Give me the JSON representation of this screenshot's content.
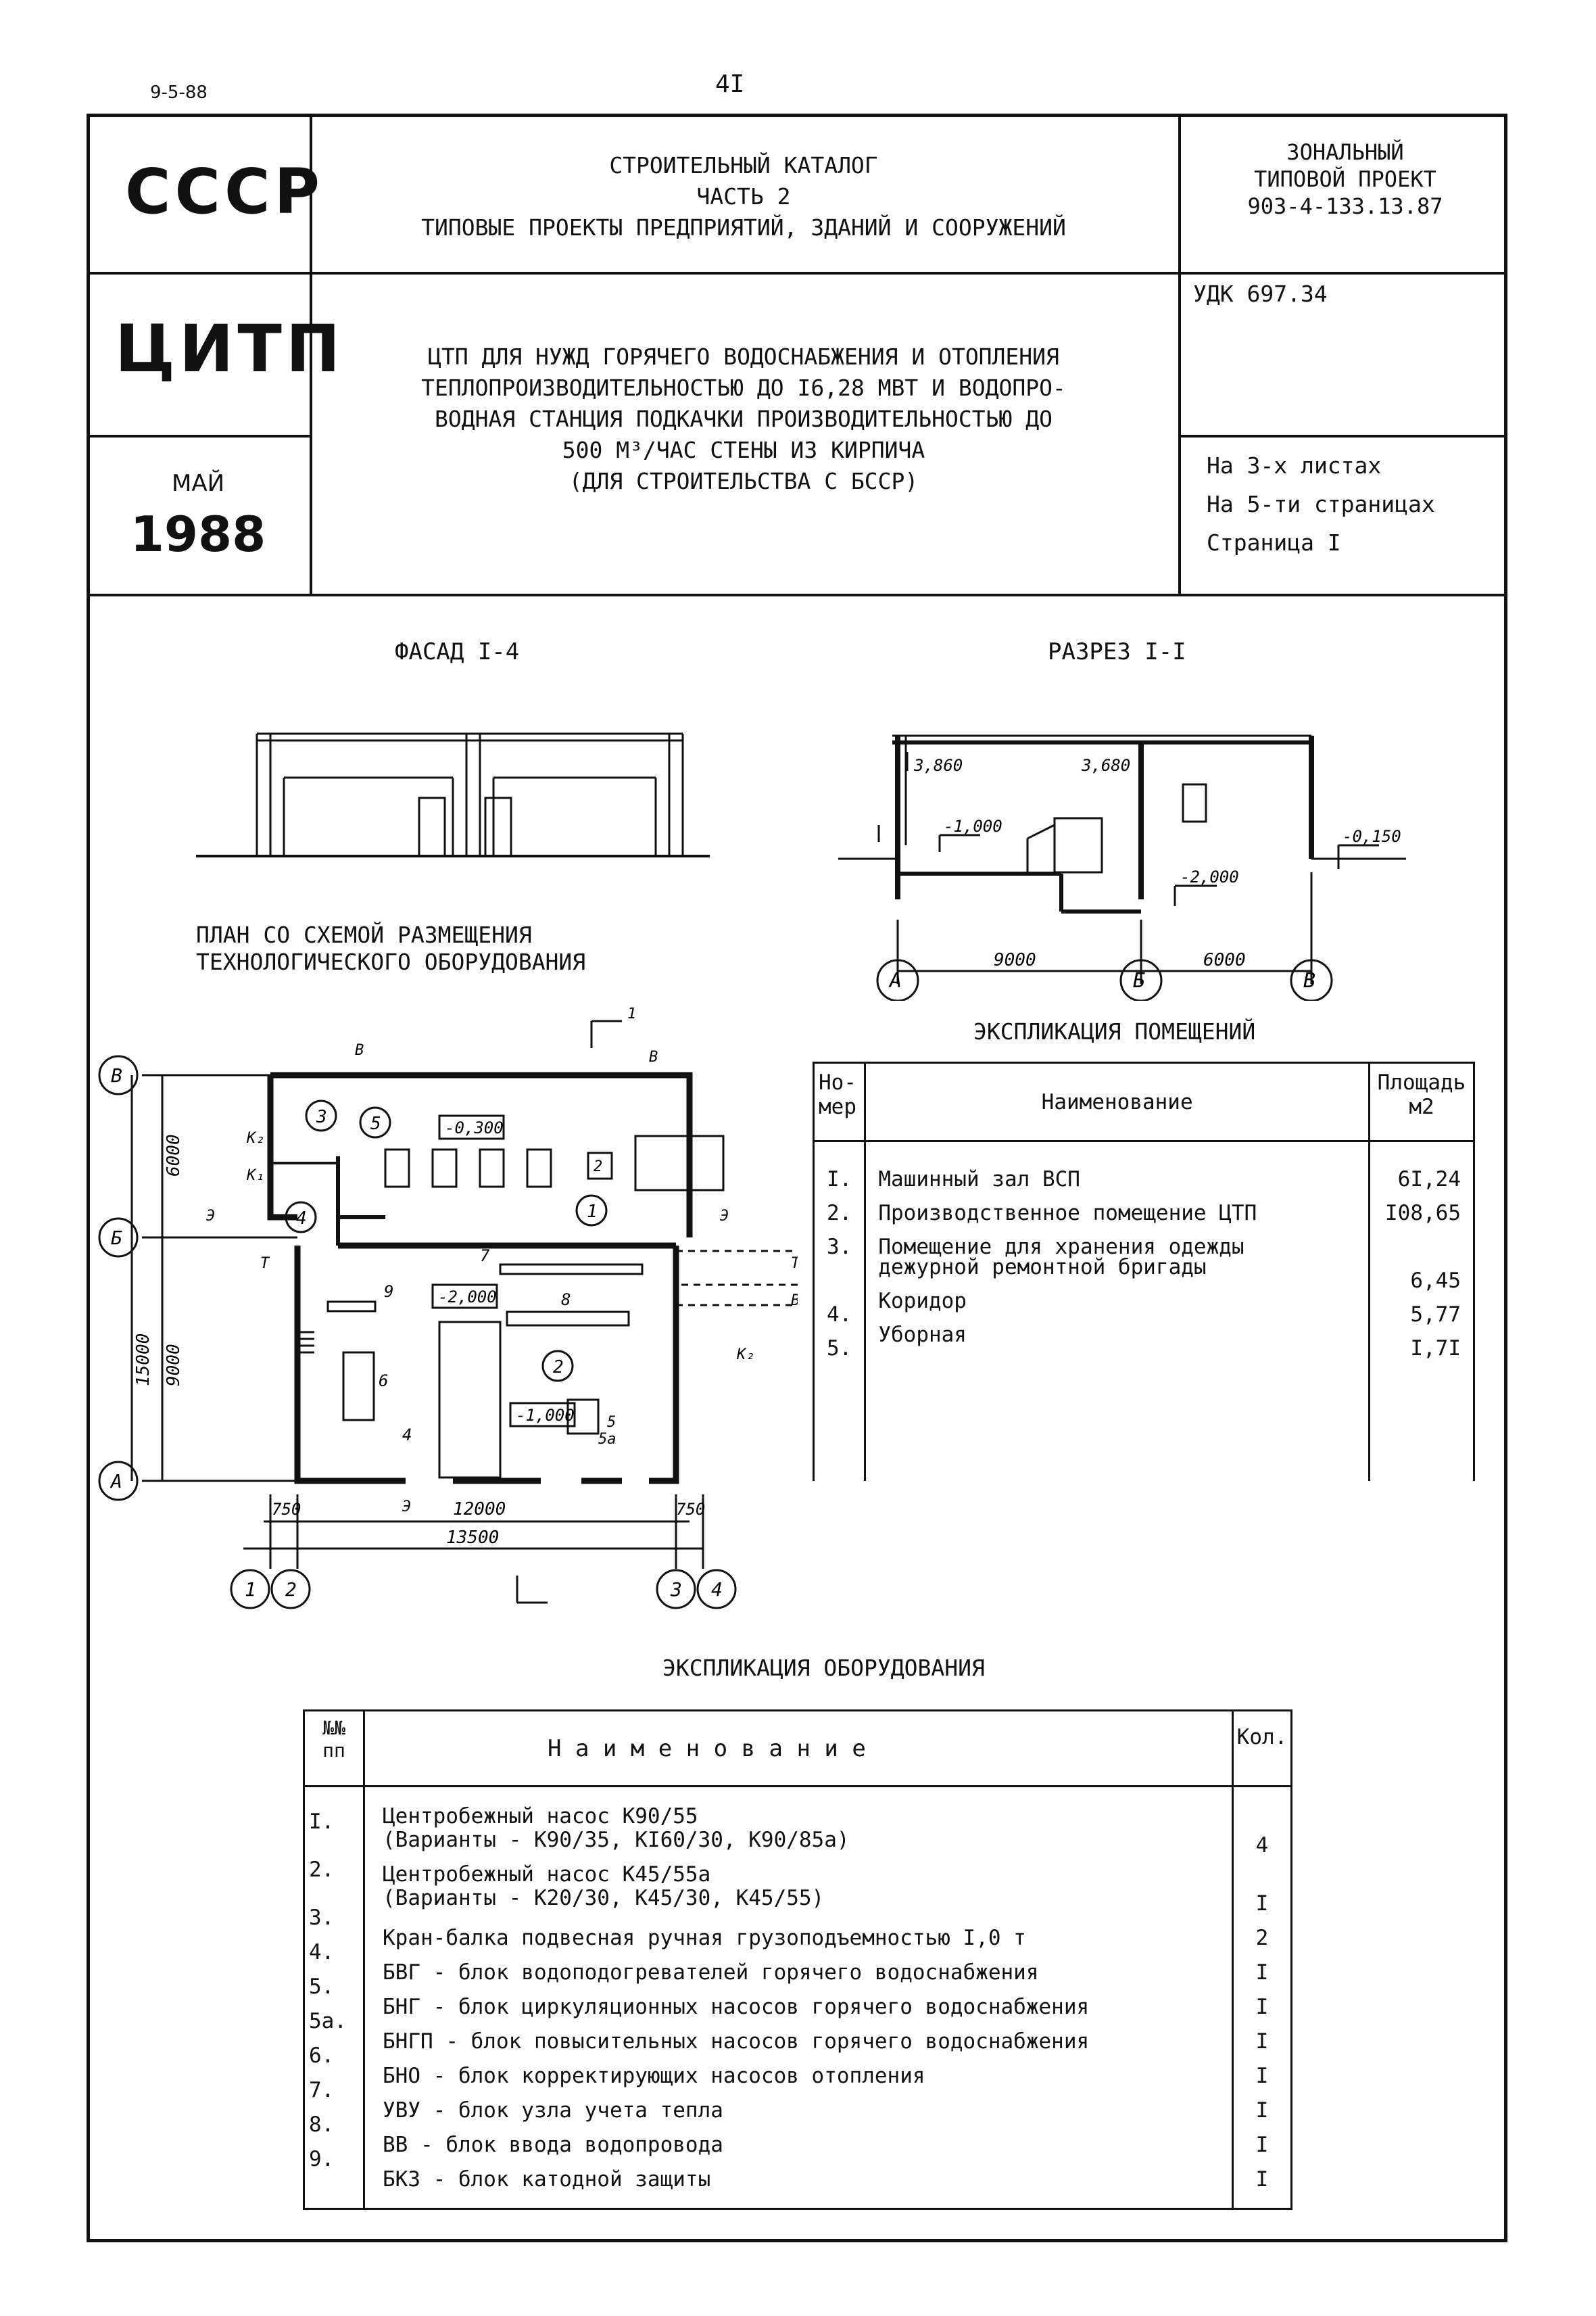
{
  "top": {
    "stamp": "9-5-88",
    "page_number": "4I"
  },
  "header": {
    "org_country": "СССР",
    "catalog_lines": [
      "СТРОИТЕЛЬНЫЙ КАТАЛОГ",
      "ЧАСТЬ 2",
      "ТИПОВЫЕ ПРОЕКТЫ ПРЕДПРИЯТИЙ, ЗДАНИЙ И СООРУЖЕНИЙ"
    ],
    "project_lines": [
      "ЗОНАЛЬНЫЙ",
      "ТИПОВОЙ ПРОЕКТ",
      "903-4-133.13.87"
    ],
    "org_name": "ЦИТП",
    "title_lines": [
      "ЦТП ДЛЯ НУЖД ГОРЯЧЕГО ВОДОСНАБЖЕНИЯ И ОТОПЛЕНИЯ",
      "ТЕПЛОПРОИЗВОДИТЕЛЬНОСТЬЮ ДО I6,28 МВТ И ВОДОПРО-",
      "ВОДНАЯ СТАНЦИЯ ПОДКАЧКИ ПРОИЗВОДИТЕЛЬНОСТЬЮ  ДО",
      "500 М³/ЧАС    СТЕНЫ ИЗ КИРПИЧА",
      "(ДЛЯ СТРОИТЕЛЬСТВА С БССР)"
    ],
    "udk": "УДК 697.34",
    "month": "МАЙ",
    "year": "1988",
    "sheets": [
      "На 3-х листах",
      "На 5-ти страницах",
      "Страница I"
    ]
  },
  "drawings": {
    "facade_title": "ФАСАД I-4",
    "section_title": "РАЗРЕЗ I-I",
    "plan_title_lines": [
      "ПЛАН СО СХЕМОЙ РАЗМЕЩЕНИЯ",
      "ТЕХНОЛОГИЧЕСКОГО ОБОРУДОВАНИЯ"
    ],
    "section_labels": [
      "3,860",
      "3,680",
      "-1,000",
      "-0,150",
      "-2,000",
      "9000",
      "6000"
    ],
    "axes_letters": [
      "А",
      "Б",
      "В"
    ],
    "axes_numbers": [
      "1",
      "2",
      "3",
      "4"
    ],
    "plan_labels": {
      "level_main": "-0,300",
      "level_low": "-2,000",
      "level_mid": "-1,000",
      "dim_6000": "6000",
      "dim_9000": "9000",
      "dim_15000": "15000",
      "dim_12000": "12000",
      "dim_13500": "13500",
      "dim_750a": "750",
      "dim_750b": "750",
      "rooms": [
        "1",
        "2",
        "3",
        "4",
        "5"
      ],
      "equipment": [
        "2",
        "4",
        "5",
        "5а",
        "6",
        "7",
        "8",
        "9"
      ],
      "pipes": [
        "В",
        "В",
        "К₂",
        "К₁",
        "Э",
        "Э",
        "Т",
        "Т",
        "В",
        "Э",
        "К₂"
      ],
      "cut_mark": "1"
    }
  },
  "rooms_table": {
    "title": "ЭКСПЛИКАЦИЯ ПОМЕЩЕНИЙ",
    "headers": [
      "Но-\nмер",
      "Наименование",
      "Площадь\nм2"
    ],
    "rows": [
      {
        "num": "I.",
        "name": "Машинный зал ВСП",
        "area": "6I,24"
      },
      {
        "num": "2.",
        "name": "Производственное помещение ЦТП",
        "area": "I08,65"
      },
      {
        "num": "3.",
        "name": "Помещение для хранения одежды\nдежурной ремонтной бригады",
        "area": "6,45"
      },
      {
        "num": "4.",
        "name": "Коридор",
        "area": "5,77"
      },
      {
        "num": "5.",
        "name": "Уборная",
        "area": "I,7I"
      }
    ]
  },
  "equipment_table": {
    "title": "ЭКСПЛИКАЦИЯ ОБОРУДОВАНИЯ",
    "headers": [
      "№№\nпп",
      "Н а и м е н о в а н и е",
      "Кол."
    ],
    "rows": [
      {
        "num": "I.",
        "name": "Центробежный насос К90/55\n(Варианты - К90/35, КI60/30, К90/85а)",
        "qty": "4"
      },
      {
        "num": "2.",
        "name": "Центробежный насос К45/55а\n(Варианты - К20/30, К45/30, К45/55)",
        "qty": "I"
      },
      {
        "num": "3.",
        "name": "Кран-балка подвесная ручная грузоподъемностью I,0 т",
        "qty": "2"
      },
      {
        "num": "4.",
        "name": "БВГ - блок водоподогревателей горячего водоснабжения",
        "qty": "I"
      },
      {
        "num": "5.",
        "name": "БНГ - блок циркуляционных насосов горячего водоснабжения",
        "qty": "I"
      },
      {
        "num": "5а.",
        "name": "БНГП - блок повысительных насосов горячего водоснабжения",
        "qty": "I"
      },
      {
        "num": "6.",
        "name": "БНО - блок корректирующих насосов отопления",
        "qty": "I"
      },
      {
        "num": "7.",
        "name": "УВУ - блок узла учета тепла",
        "qty": "I"
      },
      {
        "num": "8.",
        "name": "ВВ  - блок ввода водопровода",
        "qty": "I"
      },
      {
        "num": "9.",
        "name": "БКЗ - блок катодной защиты",
        "qty": "I"
      }
    ]
  }
}
